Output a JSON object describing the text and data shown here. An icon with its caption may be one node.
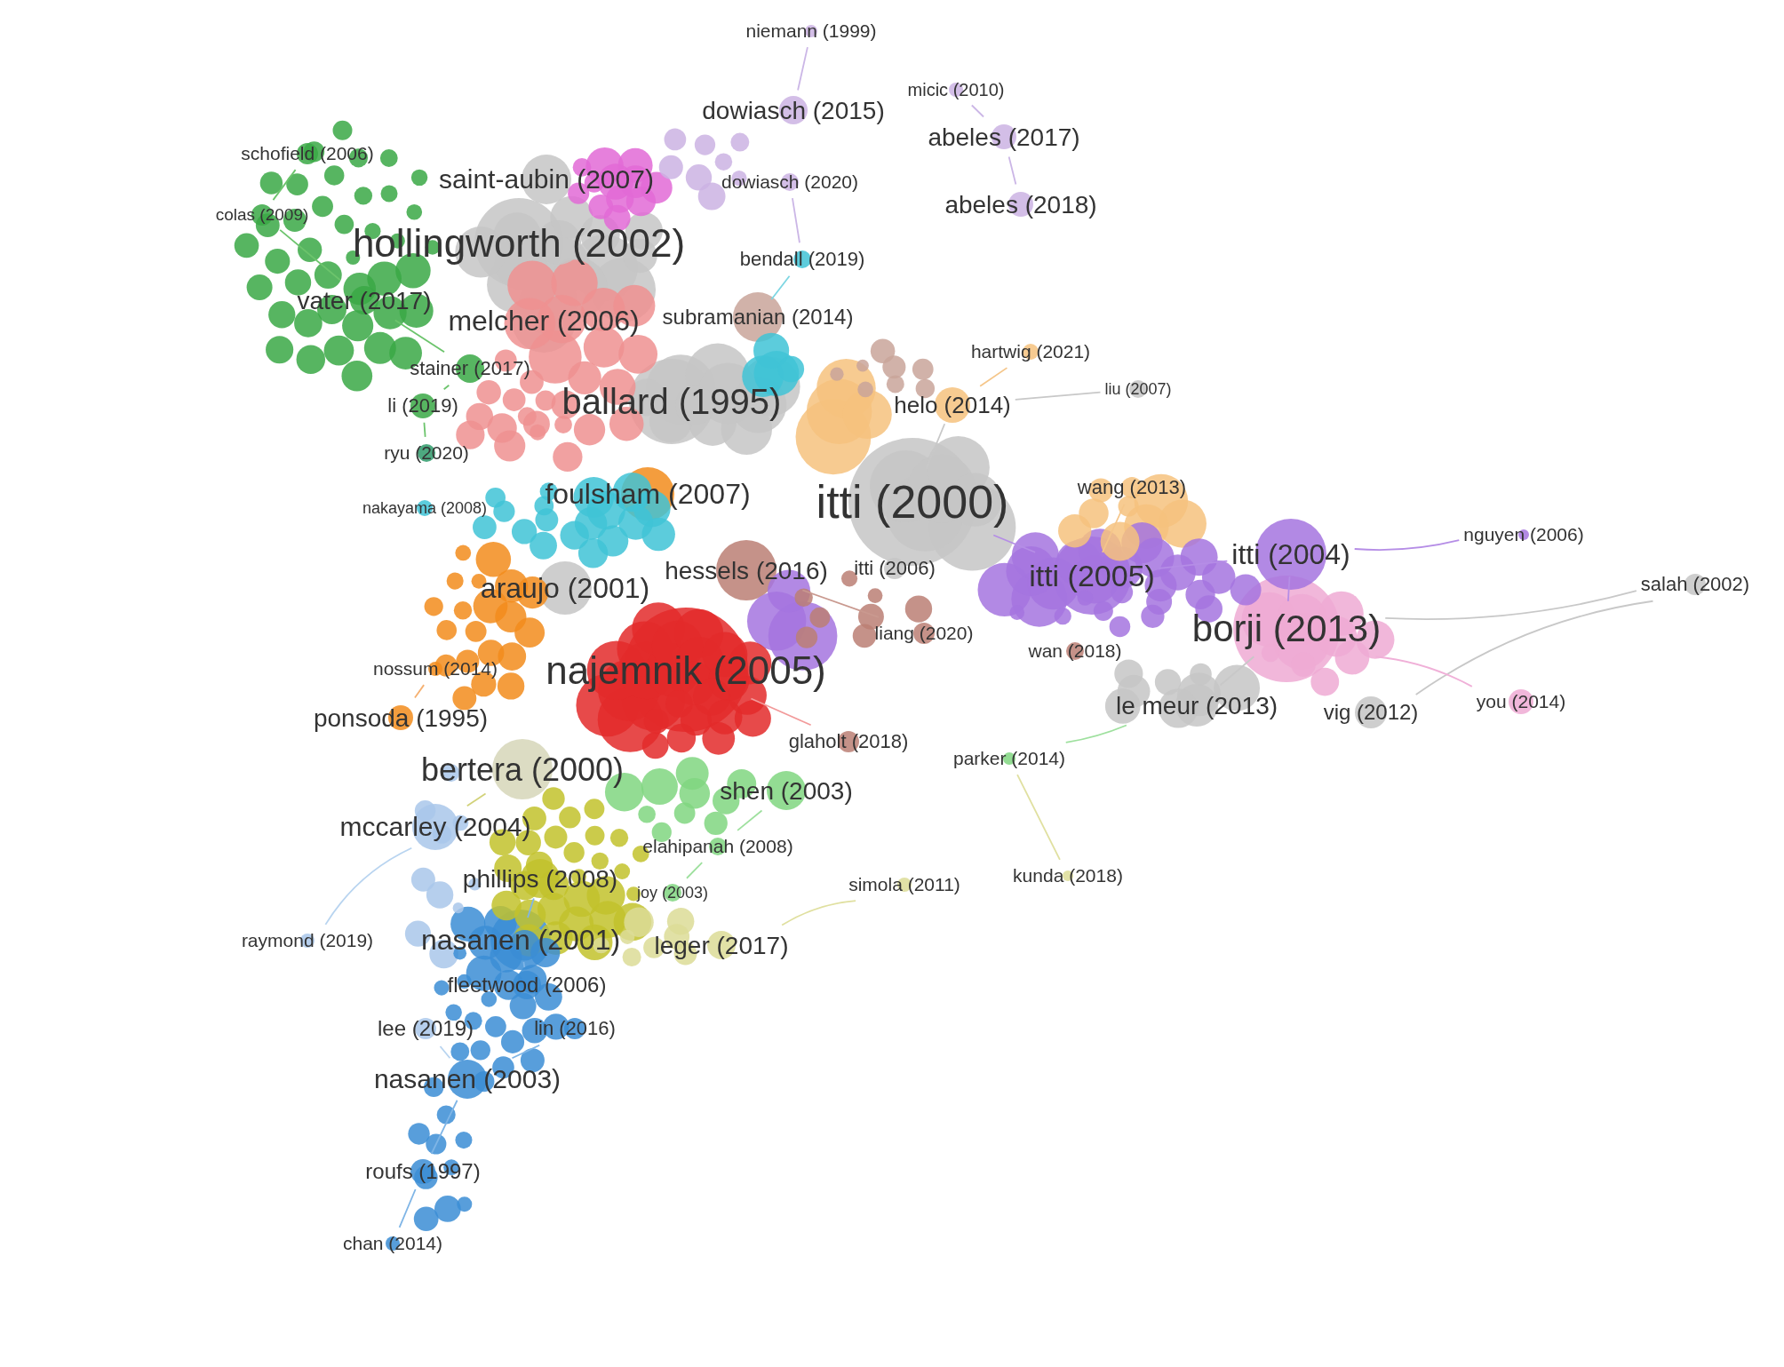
{
  "diagram": {
    "nodes": [
      {
        "text": [
          "niemann (1999)"
        ]
      },
      {
        "text": [
          "micic (2010)"
        ]
      },
      {
        "text": [
          "dowiasch (2015)"
        ]
      },
      {
        "text": [
          "abeles (2017)"
        ]
      },
      {
        "text": [
          "schofield (2006)"
        ]
      },
      {
        "text": [
          "saint-aubin (2007)"
        ]
      },
      {
        "text": [
          "dowiasch (2020)"
        ]
      },
      {
        "text": [
          "abeles (2018)"
        ]
      },
      {
        "text": [
          "colas (2009)"
        ]
      },
      {
        "text": [
          "hollingworth (2002)"
        ]
      },
      {
        "text": [
          "bendall (2019)"
        ]
      },
      {
        "text": [
          "vater (2017)"
        ]
      },
      {
        "text": [
          "melcher (2006)"
        ]
      },
      {
        "text": [
          "subramanian (2014)"
        ]
      },
      {
        "text": [
          "hartwig (2021)"
        ]
      },
      {
        "text": [
          "stainer (2017)"
        ]
      },
      {
        "text": [
          "liu (2007)"
        ]
      },
      {
        "text": [
          "li (2019)"
        ]
      },
      {
        "text": [
          "ballard (1995)"
        ]
      },
      {
        "text": [
          "helo (2014)"
        ]
      },
      {
        "text": [
          "ryu (2020)"
        ]
      },
      {
        "text": [
          "nakayama (2008)"
        ]
      },
      {
        "text": [
          "foulsham (2007)"
        ]
      },
      {
        "text": [
          "itti (2000)"
        ]
      },
      {
        "text": [
          "wang (2013)"
        ]
      },
      {
        "text": [
          "nguyen (2006)"
        ]
      },
      {
        "text": [
          "itti (2004)"
        ]
      },
      {
        "text": [
          "hessels (2016)"
        ]
      },
      {
        "text": [
          "itti (2006)"
        ]
      },
      {
        "text": [
          "araujo (2001)"
        ]
      },
      {
        "text": [
          "itti (2005)"
        ]
      },
      {
        "text": [
          "salah (2002)"
        ]
      },
      {
        "text": [
          "borji (2013)"
        ]
      },
      {
        "text": [
          "liang (2020)"
        ]
      },
      {
        "text": [
          "najemnik (2005)"
        ]
      },
      {
        "text": [
          "nossum (2014)"
        ]
      },
      {
        "text": [
          "wan (2018)"
        ]
      },
      {
        "text": [
          "le meur (2013)"
        ]
      },
      {
        "text": [
          "vig (2012)"
        ]
      },
      {
        "text": [
          "you (2014)"
        ]
      },
      {
        "text": [
          "ponsoda (1995)"
        ]
      },
      {
        "text": [
          "glaholt (2018)"
        ]
      },
      {
        "text": [
          "parker (2014)"
        ]
      },
      {
        "text": [
          "bertera (2000)"
        ]
      },
      {
        "text": [
          "shen (2003)"
        ]
      },
      {
        "text": [
          "mccarley (2004)"
        ]
      },
      {
        "text": [
          "elahipanah (2008)"
        ]
      },
      {
        "text": [
          "phillips (2008)"
        ]
      },
      {
        "text": [
          "simola (2011)"
        ]
      },
      {
        "text": [
          "kunda (2018)"
        ]
      },
      {
        "text": [
          "joy (2003)"
        ]
      },
      {
        "text": [
          "raymond (2019)"
        ]
      },
      {
        "text": [
          "nasanen (2001)"
        ]
      },
      {
        "text": [
          "leger (2017)"
        ]
      },
      {
        "text": [
          "fleetwood (2006)"
        ]
      },
      {
        "text": [
          "lee (2019)"
        ]
      },
      {
        "text": [
          "lin (2016)"
        ]
      },
      {
        "text": [
          "nasanen (2003)"
        ]
      },
      {
        "text": [
          "roufs (1997)"
        ]
      },
      {
        "text": [
          "chan (2014)"
        ]
      }
    ],
    "edges": [
      {
        "from": 0,
        "to": 2,
        "arrow": "none",
        "color": "#cbb6e6"
      },
      {
        "from": 1,
        "to": 3,
        "arrow": "none",
        "color": "#cbb6e6"
      },
      {
        "from": 3,
        "to": 7,
        "arrow": "none",
        "color": "#cbb6e6"
      },
      {
        "from": 6,
        "to": 10,
        "arrow": "none",
        "color": "#cbb6e6"
      },
      {
        "from": 4,
        "to": 8,
        "arrow": "none",
        "color": "#6cc46c"
      },
      {
        "from": 8,
        "to": 11,
        "arrow": "none",
        "color": "#6cc46c"
      },
      {
        "from": 11,
        "to": 15,
        "arrow": "none",
        "color": "#6cc46c"
      },
      {
        "from": 15,
        "to": 17,
        "arrow": "none",
        "color": "#6cc46c"
      },
      {
        "from": 17,
        "to": 20,
        "arrow": "none",
        "color": "#6cc46c"
      },
      {
        "from": 14,
        "to": 19,
        "arrow": "none",
        "color": "#f5c68a"
      },
      {
        "from": 16,
        "to": 19,
        "arrow": "none",
        "color": "#c8c8c8"
      },
      {
        "from": 25,
        "to": 26,
        "arrow": "none",
        "color": "#b58de6"
      },
      {
        "from": 31,
        "to": 38,
        "arrow": "none",
        "color": "#c8c8c8"
      },
      {
        "from": 31,
        "to": 32,
        "arrow": "none",
        "color": "#c8c8c8"
      },
      {
        "from": 39,
        "to": 32,
        "arrow": "none",
        "color": "#f0b0d8"
      },
      {
        "from": 42,
        "to": 37,
        "arrow": "none",
        "color": "#9ee09e"
      },
      {
        "from": 49,
        "to": 42,
        "arrow": "none",
        "color": "#e0e0a0"
      },
      {
        "from": 48,
        "to": 53,
        "arrow": "none",
        "color": "#e0e0a0"
      },
      {
        "from": 51,
        "to": 45,
        "arrow": "none",
        "color": "#b8d4f0"
      },
      {
        "from": 56,
        "to": 57,
        "arrow": "none",
        "color": "#7fb5e6"
      },
      {
        "from": 57,
        "to": 58,
        "arrow": "none",
        "color": "#7fb5e6"
      },
      {
        "from": 58,
        "to": 59,
        "arrow": "none",
        "color": "#7fb5e6"
      },
      {
        "from": 55,
        "to": 57,
        "arrow": "none",
        "color": "#b8d4f0"
      },
      {
        "from": 54,
        "to": 52,
        "arrow": "none",
        "color": "#7fb5e6"
      },
      {
        "from": 40,
        "to": 35,
        "arrow": "none",
        "color": "#f5b070"
      },
      {
        "from": 33,
        "to": 27,
        "arrow": "none",
        "color": "#c9998f"
      },
      {
        "from": 24,
        "to": 30,
        "arrow": "none",
        "color": "#f5c68a"
      },
      {
        "from": 41,
        "to": 34,
        "arrow": "none",
        "color": "#f29a9a"
      },
      {
        "from": 44,
        "to": 46,
        "arrow": "none",
        "color": "#9ee09e"
      },
      {
        "from": 50,
        "to": 46,
        "arrow": "none",
        "color": "#9ee09e"
      },
      {
        "from": 13,
        "to": 10,
        "arrow": "none",
        "color": "#7dd6e2"
      },
      {
        "from": 26,
        "to": 32,
        "arrow": "none",
        "color": "#b58de6"
      },
      {
        "from": 30,
        "to": 26,
        "arrow": "none",
        "color": "#b58de6"
      },
      {
        "from": 23,
        "to": 30,
        "arrow": "none",
        "color": "#b58de6"
      },
      {
        "from": 19,
        "to": 23,
        "arrow": "none",
        "color": "#c8c8c8"
      },
      {
        "from": 37,
        "to": 32,
        "arrow": "none",
        "color": "#c8c8c8"
      },
      {
        "from": 43,
        "to": 45,
        "arrow": "none",
        "color": "#d2d27a"
      },
      {
        "from": 47,
        "to": 52,
        "arrow": "none",
        "color": "#7fb5e6"
      }
    ]
  }
}
